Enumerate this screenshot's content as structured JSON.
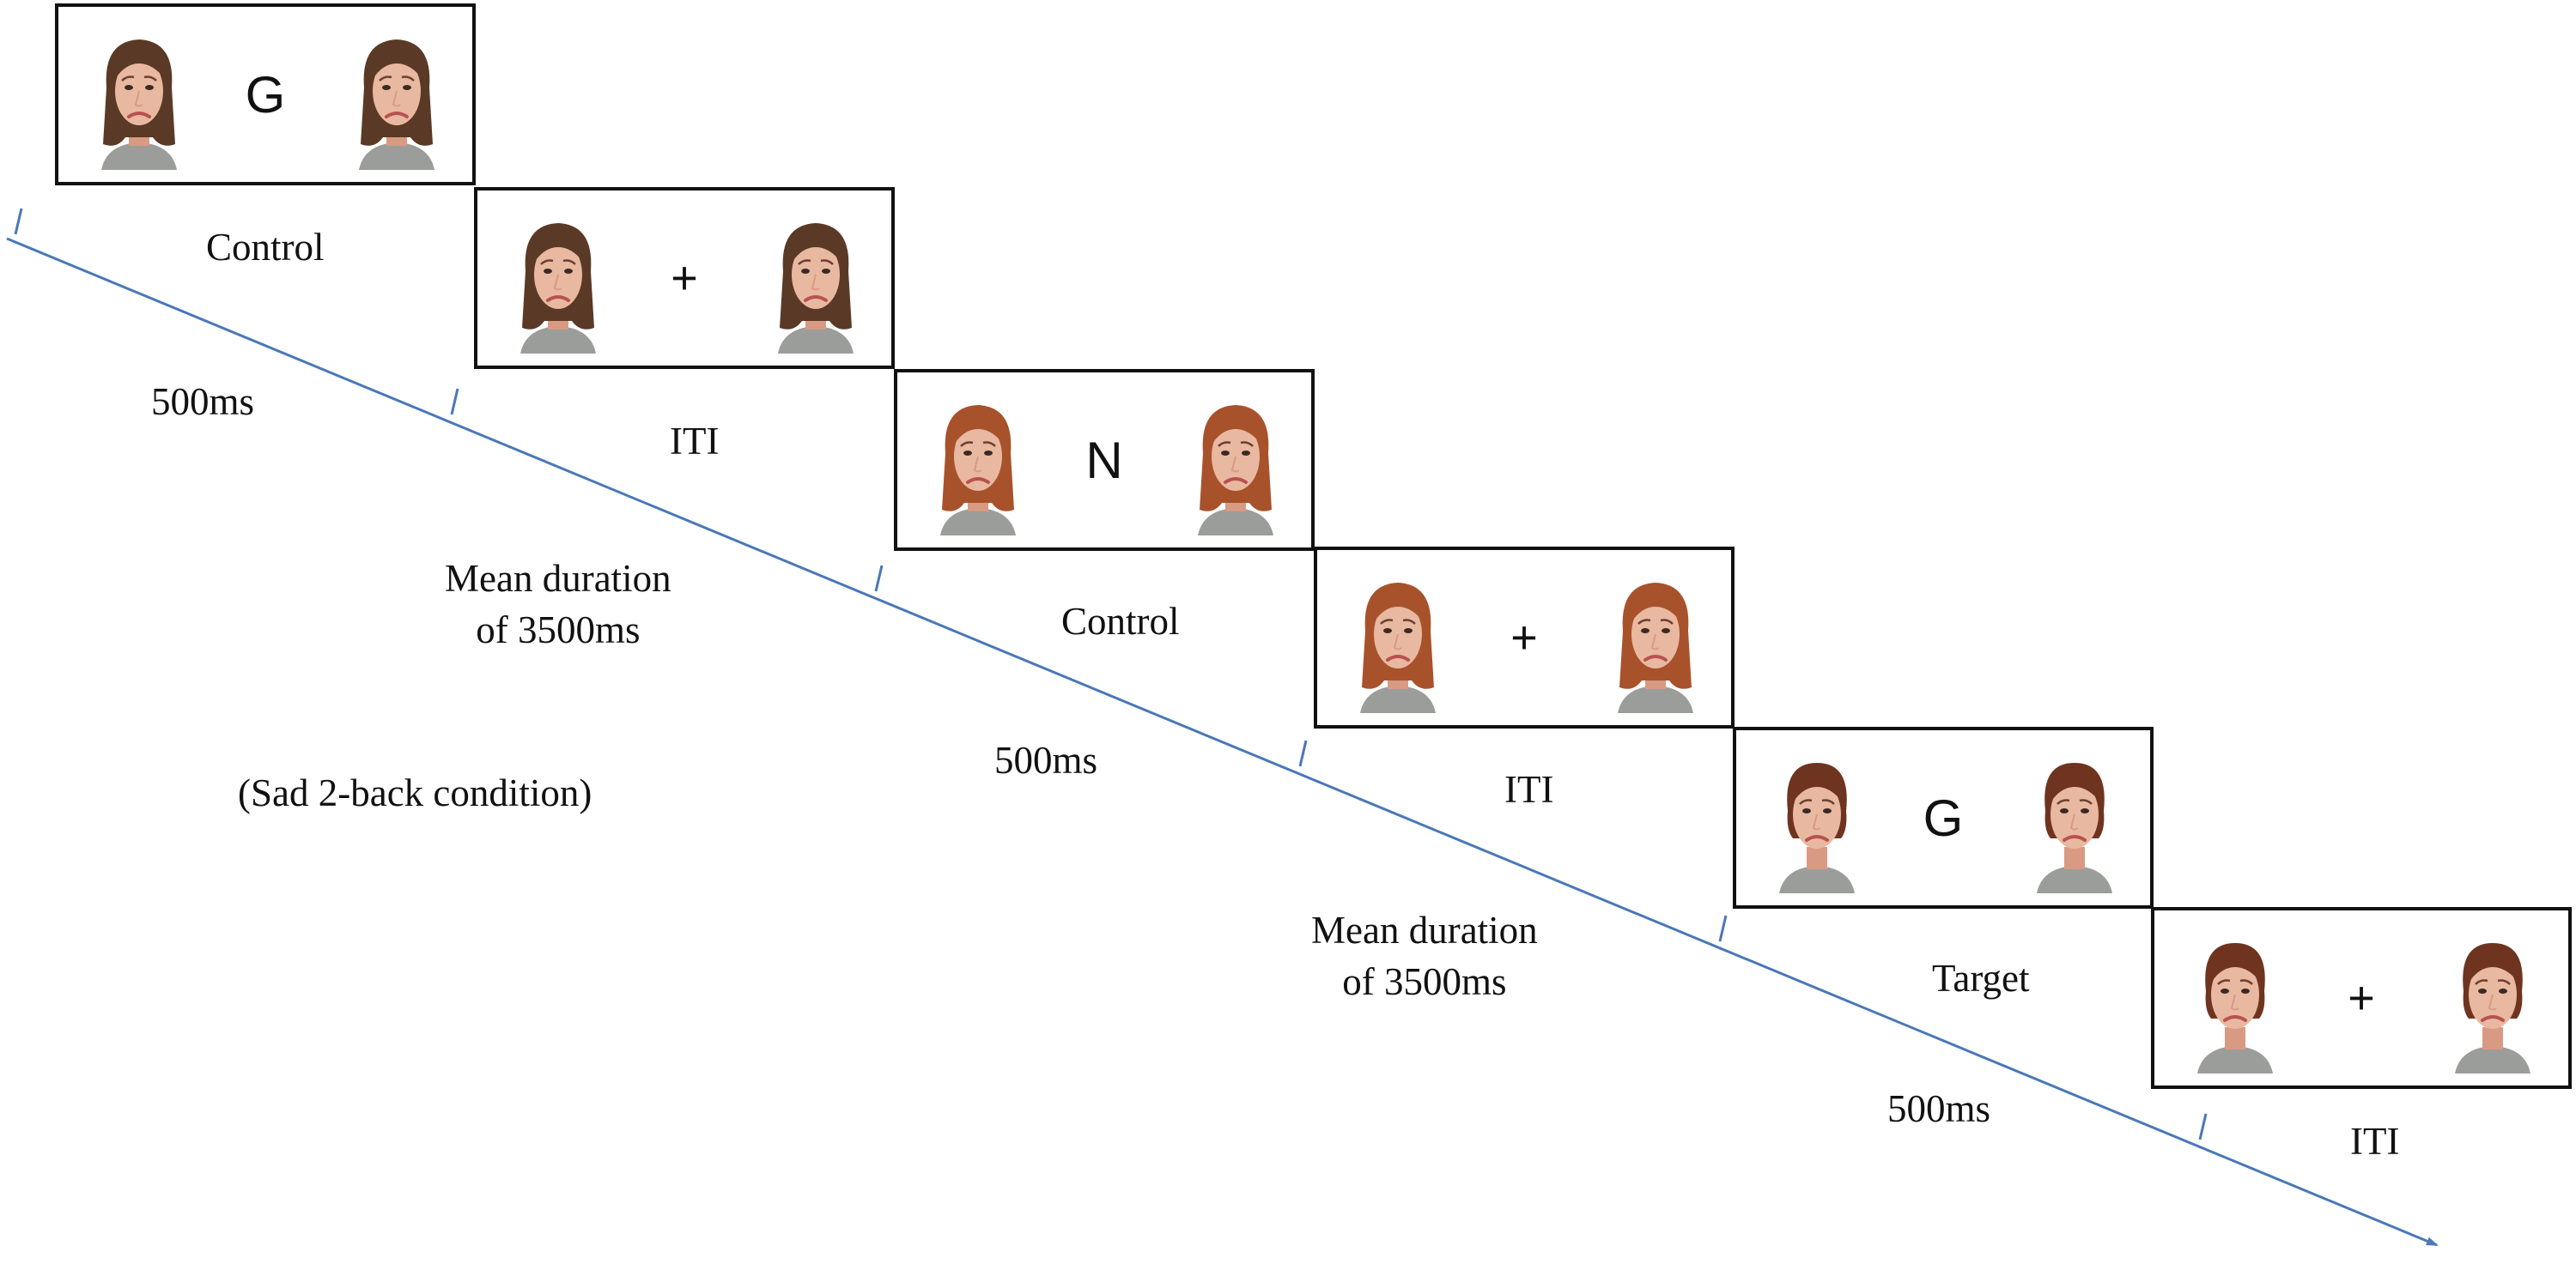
{
  "trials": [
    {
      "stimulus": "G",
      "stimulus_type": "letter",
      "face_identity": "woman-dark-hair-sad"
    },
    {
      "stimulus": "+",
      "stimulus_type": "fixation",
      "face_identity": "woman-dark-hair-sad"
    },
    {
      "stimulus": "N",
      "stimulus_type": "letter",
      "face_identity": "woman-red-hair-sad"
    },
    {
      "stimulus": "+",
      "stimulus_type": "fixation",
      "face_identity": "woman-red-hair-sad"
    },
    {
      "stimulus": "G",
      "stimulus_type": "letter",
      "face_identity": "woman-short-hair-sad"
    },
    {
      "stimulus": "+",
      "stimulus_type": "fixation",
      "face_identity": "woman-short-hair-sad"
    }
  ],
  "phase_labels": [
    {
      "text": "Control"
    },
    {
      "text": "ITI"
    },
    {
      "text": "Control"
    },
    {
      "text": "ITI"
    },
    {
      "text": "Target"
    },
    {
      "text": "ITI"
    }
  ],
  "duration_labels": [
    {
      "text": "500ms"
    },
    {
      "text": "Mean duration\nof 3500ms"
    },
    {
      "text": "500ms"
    },
    {
      "text": "Mean duration\nof 3500ms"
    },
    {
      "text": "500ms"
    }
  ],
  "condition_label": "(Sad 2-back condition)",
  "colors": {
    "timeline": "#4a78b8",
    "frame_border": "#111111",
    "text": "#111111",
    "skin": "#e9b8a0",
    "skin_shadow": "#d89a82",
    "hair_dark": "#5a3a26",
    "hair_red": "#a8522c",
    "hair_auburn": "#6e3420",
    "shirt": "#9b9d9a",
    "lips": "#b8524e"
  }
}
